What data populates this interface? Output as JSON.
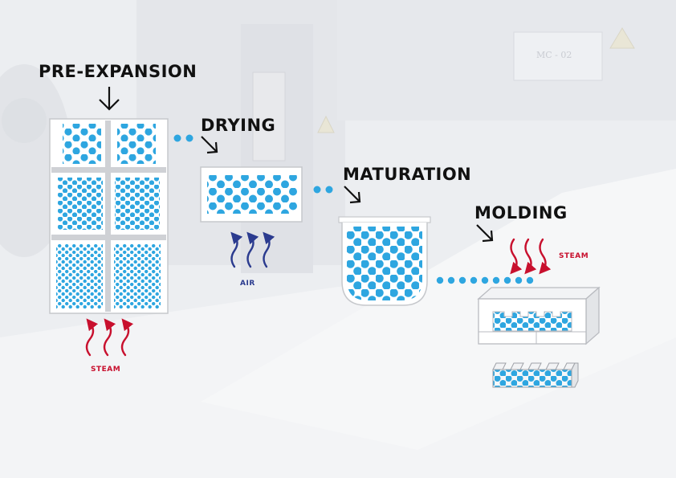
{
  "stages": {
    "pre_expansion": "PRE-EXPANSION",
    "drying": "DRYING",
    "maturation": "MATURATION",
    "molding": "MOLDING"
  },
  "inputs": {
    "steam_bottom": "STEAM",
    "air": "AIR",
    "steam_molding": "STEAM"
  },
  "background_sign": "MC - 02",
  "colors": {
    "bead": "#2ea6e0",
    "steam": "#c8102e",
    "air": "#2b3b8f",
    "label": "#111111"
  }
}
